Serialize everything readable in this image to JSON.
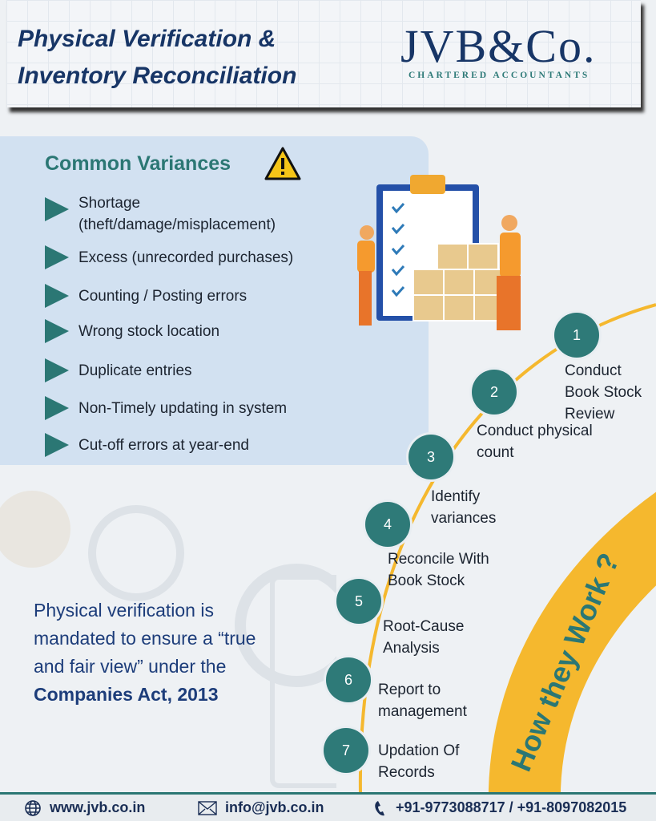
{
  "header": {
    "title_line1": "Physical Verification &",
    "title_line2": "Inventory Reconciliation",
    "logo_text": "JVB&Co.",
    "logo_subtitle": "CHARTERED ACCOUNTANTS"
  },
  "variances": {
    "title": "Common Variances",
    "icon": "warning-icon",
    "items": [
      {
        "label": "Shortage",
        "label2": "(theft/damage/misplacement)"
      },
      {
        "label": "Excess (unrecorded purchases)"
      },
      {
        "label": "Counting / Posting errors"
      },
      {
        "label": "Wrong stock location"
      },
      {
        "label": "Duplicate entries"
      },
      {
        "label": "Non-Timely updating in system"
      },
      {
        "label": "Cut-off errors at year-end"
      }
    ]
  },
  "statement": {
    "text1": "Physical verification is mandated to ensure a “true and fair view” under the ",
    "bold": "Companies Act, 2013"
  },
  "process": {
    "title": "How they Work ?",
    "steps": [
      {
        "num": "1",
        "label": "Conduct Book Stock Review"
      },
      {
        "num": "2",
        "label": "Conduct physical count"
      },
      {
        "num": "3",
        "label": "Identify variances"
      },
      {
        "num": "4",
        "label": "Reconcile With Book Stock"
      },
      {
        "num": "5",
        "label": "Root-Cause Analysis"
      },
      {
        "num": "6",
        "label": "Report to management"
      },
      {
        "num": "7",
        "label": "Updation Of Records"
      }
    ]
  },
  "footer": {
    "website": "www.jvb.co.in",
    "email": "info@jvb.co.in",
    "phone": "+91-9773088717 / +91-8097082015"
  },
  "colors": {
    "navy": "#173566",
    "teal": "#2e7a78",
    "yellow": "#f5b82e",
    "panel": "#d2e1f1"
  }
}
